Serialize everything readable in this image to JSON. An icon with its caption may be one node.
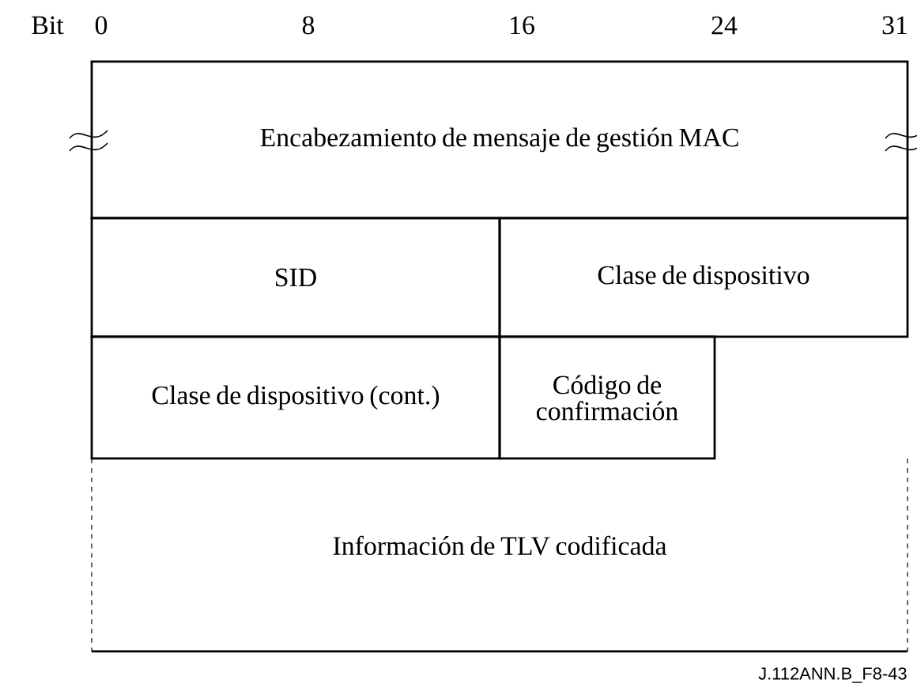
{
  "diagram": {
    "nodes": [
      {
        "text": [
          "Encabezamiento de mensaje de gestión MAC"
        ]
      },
      {
        "text": [
          "SID"
        ]
      },
      {
        "text": [
          "Clase de dispositivo"
        ]
      },
      {
        "text": [
          "Clase de dispositivo (cont.)"
        ]
      },
      {
        "text": [
          "Código de confirmación"
        ]
      },
      {
        "text": [
          "Información de TLV codificada"
        ]
      }
    ],
    "labels": [
      "Bit",
      "0",
      "8",
      "16",
      "24",
      "31",
      "J.112ANN.B_F8-43"
    ]
  }
}
